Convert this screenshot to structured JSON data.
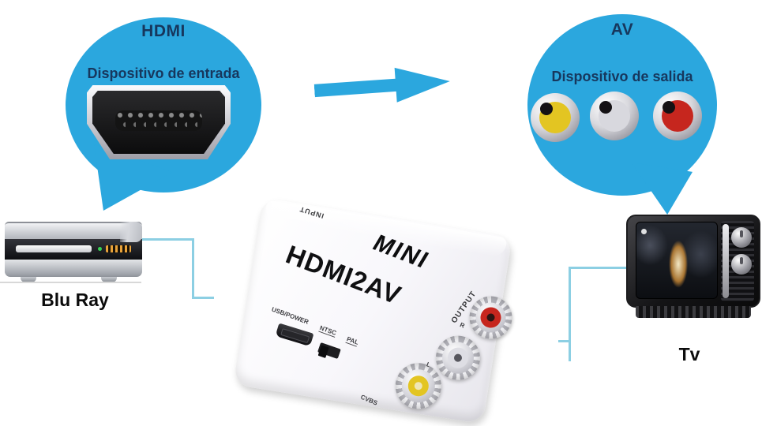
{
  "input_bubble": {
    "title": "HDMI",
    "subtitle": "Dispositivo de entrada"
  },
  "output_bubble": {
    "title": "AV",
    "subtitle": "Dispositivo de salida"
  },
  "source_device": {
    "label": "Blu Ray"
  },
  "display_device": {
    "label": "Tv"
  },
  "converter": {
    "brand": "MINI",
    "model": "HDMI2AV",
    "labels": {
      "input": "INPUT",
      "output": "OUTPUT",
      "usb_power": "USB/POWER",
      "ntsc": "NTSC",
      "pal": "PAL",
      "jack_right": "R",
      "jack_left": "L",
      "jack_video": "CVBS"
    }
  },
  "colors": {
    "bubble_blue": "#2BA7DE",
    "label_navy": "#17375D",
    "connector_line_blue": "#8CCFE3",
    "rca_yellow": "#E3C522",
    "rca_white": "#D8D8DE",
    "rca_red": "#C6261E"
  }
}
